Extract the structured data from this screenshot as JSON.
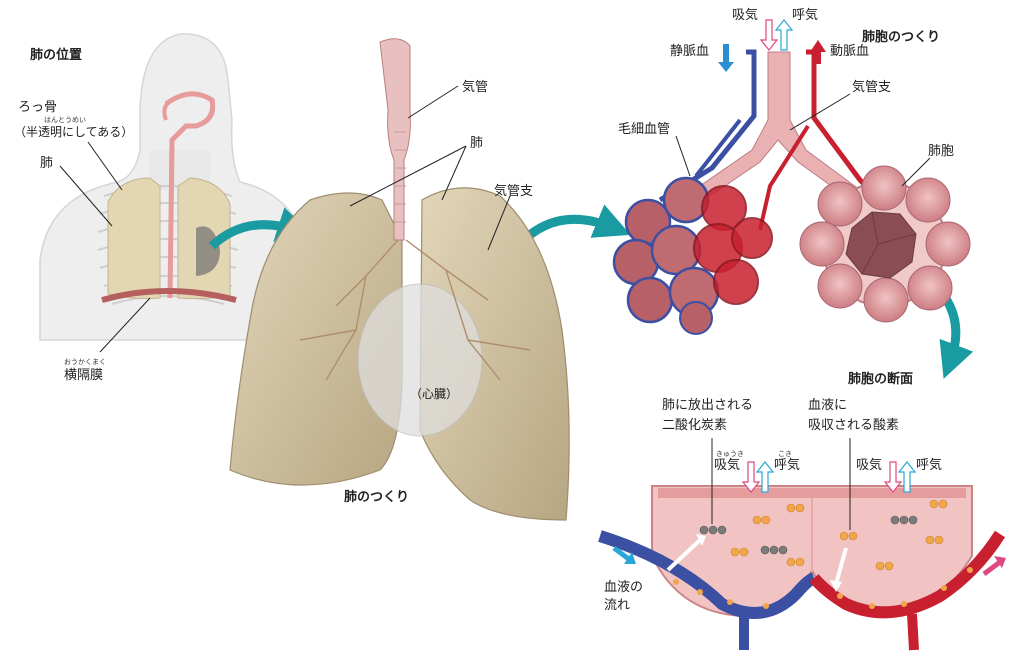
{
  "section1": {
    "title": "肺の位置",
    "rib_label": "ろっ骨",
    "rib_ruby": "はんとうめい",
    "rib_note": "（半透明にしてある）",
    "lung_label": "肺",
    "diaphragm_ruby": "おうかくまく",
    "diaphragm_label": "横隔膜"
  },
  "section2": {
    "title": "肺のつくり",
    "trachea_label": "気管",
    "lung_label": "肺",
    "bronchus_label": "気管支",
    "heart_label": "（心臓）"
  },
  "section3": {
    "title": "肺胞のつくり",
    "inhale": "吸気",
    "exhale": "呼気",
    "vein_label": "静脈血",
    "artery_label": "動脈血",
    "bronchus_label": "気管支",
    "capillary_label": "毛細血管",
    "alveolus_label": "肺胞"
  },
  "section4": {
    "title": "肺胞の断面",
    "co2_line1": "肺に放出される",
    "co2_line2": "二酸化炭素",
    "o2_line1": "血液に",
    "o2_line2": "吸収される酸素",
    "inhale": "吸気",
    "inhale_ruby": "きゅうき",
    "exhale": "呼気",
    "exhale_ruby": "こき",
    "inhale2": "吸気",
    "exhale2": "呼気",
    "flow_line1": "血液の",
    "flow_line2": "流れ"
  },
  "colors": {
    "arrow_teal": "#1a9ba1",
    "vein_blue": "#3b4fa3",
    "artery_red": "#c8202f",
    "inhale_pink": "#e0487f",
    "exhale_cyan": "#29a8d8",
    "lung_tan": "#d3c4a2",
    "alveolus_pink": "#e8a5a8"
  }
}
